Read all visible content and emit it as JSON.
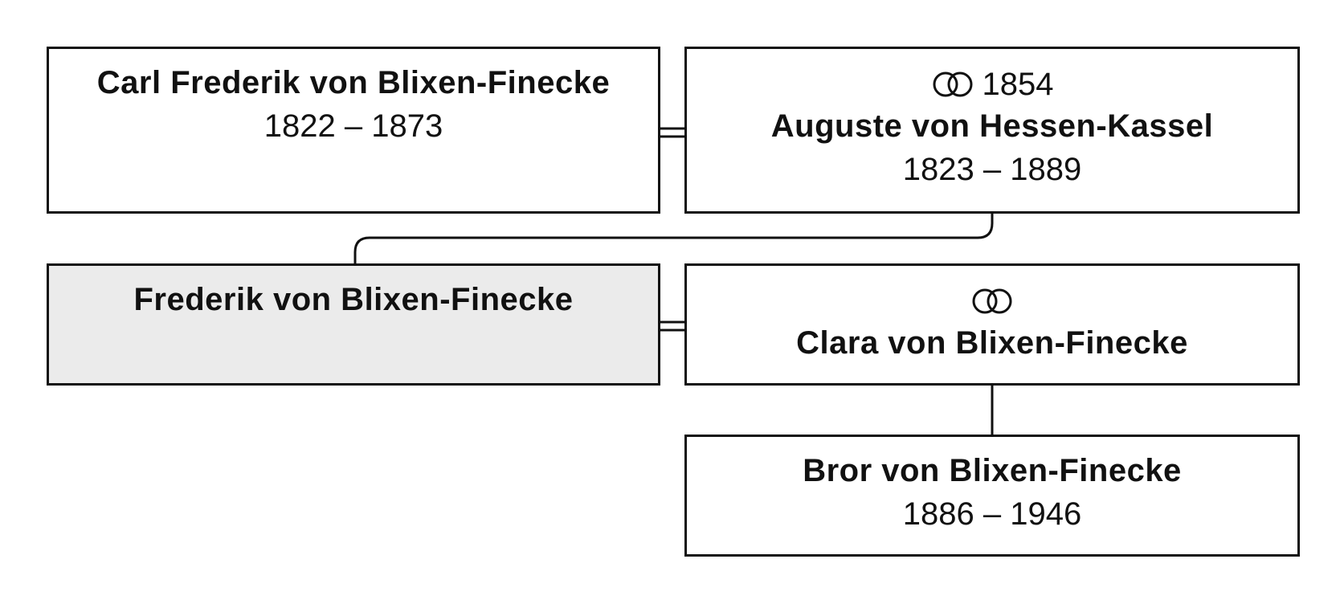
{
  "persons": {
    "father": {
      "name": "Carl Frederik von Blixen-Finecke",
      "dates": "1822 – 1873"
    },
    "mother": {
      "marriage_year": "1854",
      "name": "Auguste von Hessen-Kassel",
      "dates": "1823 – 1889"
    },
    "focus": {
      "name": "Frederik von Blixen-Finecke"
    },
    "spouse": {
      "marriage_year": "",
      "name": "Clara von Blixen-Finecke"
    },
    "child": {
      "name": "Bror von Blixen-Finecke",
      "dates": "1886 – 1946"
    }
  },
  "icons": {
    "marriage": "wedding-rings-icon"
  },
  "colors": {
    "line": "#111111",
    "focus_fill": "#ebebeb",
    "box_fill": "#ffffff"
  }
}
